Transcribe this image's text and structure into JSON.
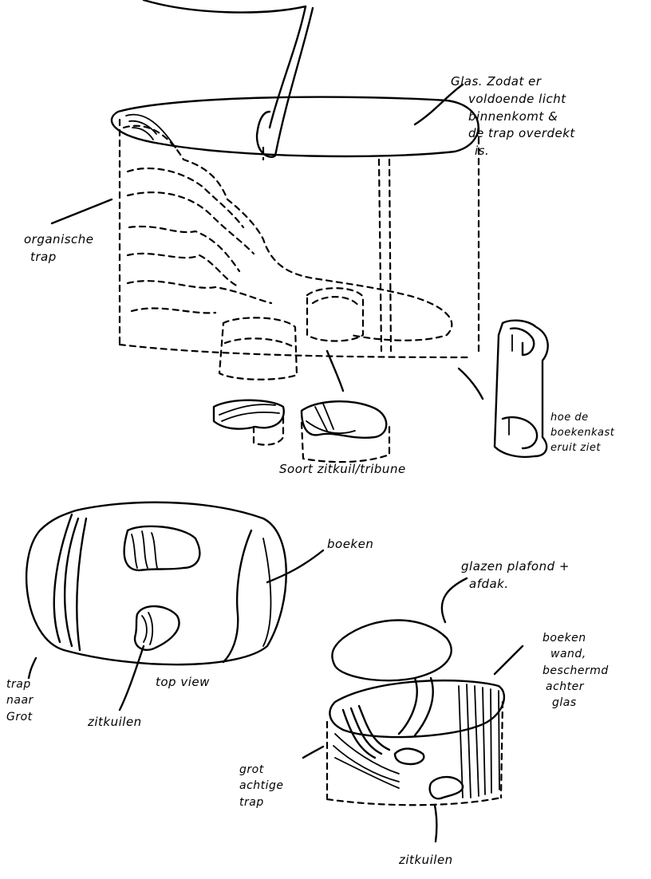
{
  "labels": {
    "glass_note_1": "Glas. Zodat er",
    "glass_note_2": "voldoende licht",
    "glass_note_3": "binnenkomt &",
    "glass_note_4": "de trap overdekt",
    "glass_note_5": "is.",
    "organic_stair_1": "organische",
    "organic_stair_2": "trap",
    "bookcase_1": "hoe de",
    "bookcase_2": "boekenkast",
    "bookcase_3": "eruit ziet",
    "seat_type": "Soort zitkuil/tribune",
    "books": "boeken",
    "stair_to_cave_1": "trap",
    "stair_to_cave_2": "naar",
    "stair_to_cave_3": "Grot",
    "top_view": "top view",
    "pits_top": "zitkuilen",
    "glass_ceiling_1": "glazen plafond +",
    "glass_ceiling_2": "afdak.",
    "book_wall_1": "boeken",
    "book_wall_2": "wand,",
    "book_wall_3": "beschermd",
    "book_wall_4": "achter",
    "book_wall_5": "glas",
    "cave_stair_1": "grot",
    "cave_stair_2": "achtige",
    "cave_stair_3": "trap",
    "pits_bottom": "zitkuilen"
  }
}
